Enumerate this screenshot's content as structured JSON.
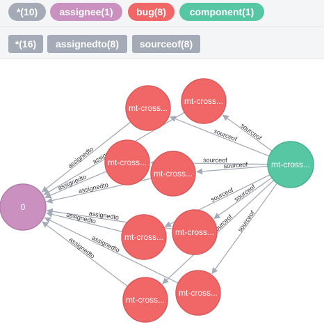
{
  "colors": {
    "all": "#a5abb6",
    "assignee": "#c990c0",
    "bug": "#f16667",
    "component": "#57c7a3",
    "edge": "#a5abb6"
  },
  "node_legend": [
    {
      "label": "*(10)",
      "color": "#a5abb6"
    },
    {
      "label": "assignee(1)",
      "color": "#c990c0"
    },
    {
      "label": "bug(8)",
      "color": "#f16667"
    },
    {
      "label": "component(1)",
      "color": "#57c7a3"
    }
  ],
  "relationship_legend": [
    {
      "label": "*(16)"
    },
    {
      "label": "assignedto(8)"
    },
    {
      "label": "sourceof(8)"
    }
  ],
  "graph": {
    "assignee_node": {
      "label": "0"
    },
    "component_node": {
      "label": "mt-cross..."
    },
    "bug_nodes": [
      {
        "label": "mt-cross..."
      },
      {
        "label": "mt-cross..."
      },
      {
        "label": "mt-cross..."
      },
      {
        "label": "mt-cross..."
      },
      {
        "label": "mt-cross..."
      },
      {
        "label": "mt-cross..."
      },
      {
        "label": "mt-cross..."
      },
      {
        "label": "mt-cross..."
      }
    ],
    "edge_labels": {
      "assignedto": "assignedto",
      "sourceof": "sourceof"
    }
  }
}
